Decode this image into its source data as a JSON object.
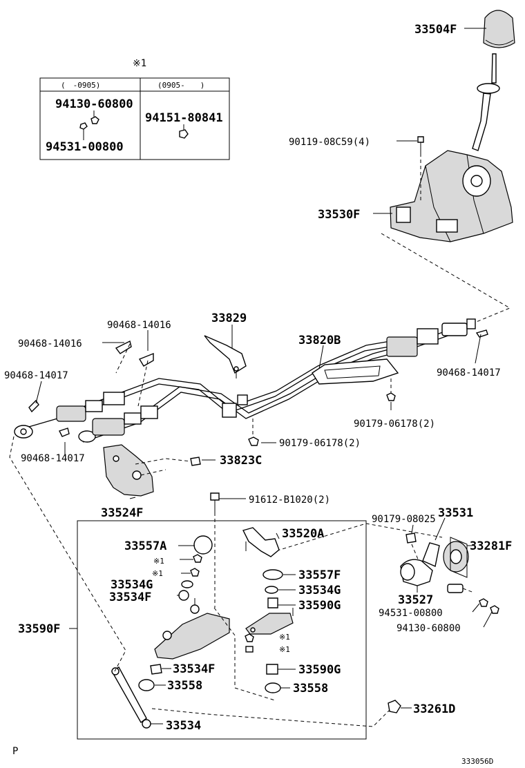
{
  "labels": {
    "p33504F": "33504F",
    "p90119": "90119-08C59(4)",
    "p33530F": "33530F",
    "p90468_14016_a": "90468-14016",
    "p90468_14016_b": "90468-14016",
    "p33829": "33829",
    "p33820B": "33820B",
    "p90468_14017_left": "90468-14017",
    "p90468_14017_right": "90468-14017",
    "p90468_14017_mid": "90468-14017",
    "p90179_06178_a": "90179-06178(2)",
    "p90179_06178_b": "90179-06178(2)",
    "p33823C": "33823C",
    "p33524F": "33524F",
    "p91612": "91612-B1020(2)",
    "p90179_08025": "90179-08025",
    "p33531": "33531",
    "p33281F": "33281F",
    "p33527": "33527",
    "p94531_r": "94531-00800",
    "p94130_r": "94130-60800",
    "p33557A": "33557A",
    "p33520A": "33520A",
    "p33557F": "33557F",
    "p33534G_l": "33534G",
    "p33534G_r": "33534G",
    "p33534F_l": "33534F",
    "p33590G_a": "33590G",
    "p33590F": "33590F",
    "p33534F_b": "33534F",
    "p33590G_b": "33590G",
    "p33558_l": "33558",
    "p33558_r": "33558",
    "p33534": "33534",
    "p33261D": "33261D",
    "note1_a": "※1",
    "note1_b": "※1",
    "note1_c": "※1",
    "note1_d": "※1"
  },
  "inset": {
    "note": "※1",
    "col1_header": "(　-0905)",
    "col2_header": "(0905-　　)",
    "col1_top": "94130-60800",
    "col1_bottom": "94531-00800",
    "col2_part": "94151-80841"
  },
  "footer": {
    "left_mark": "P",
    "code": "333056D"
  }
}
